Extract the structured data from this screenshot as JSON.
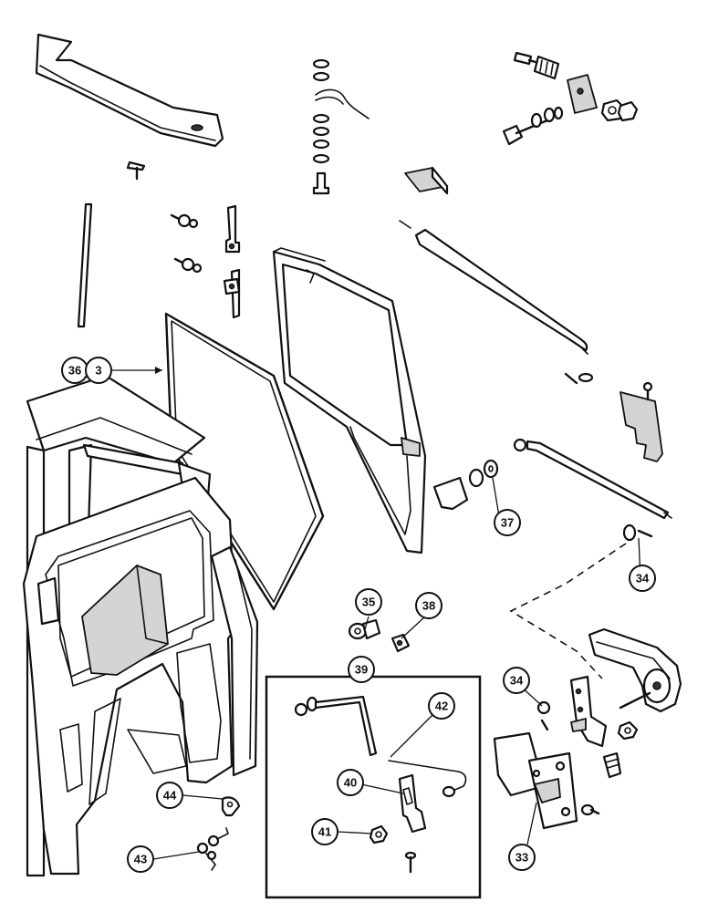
{
  "callouts": {
    "c36": "36",
    "c3": "3",
    "c37": "37",
    "c34a": "34",
    "c35": "35",
    "c38": "38",
    "c39": "39",
    "c42": "42",
    "c34b": "34",
    "c40": "40",
    "c41": "41",
    "c44": "44",
    "c43": "43",
    "c33": "33"
  }
}
